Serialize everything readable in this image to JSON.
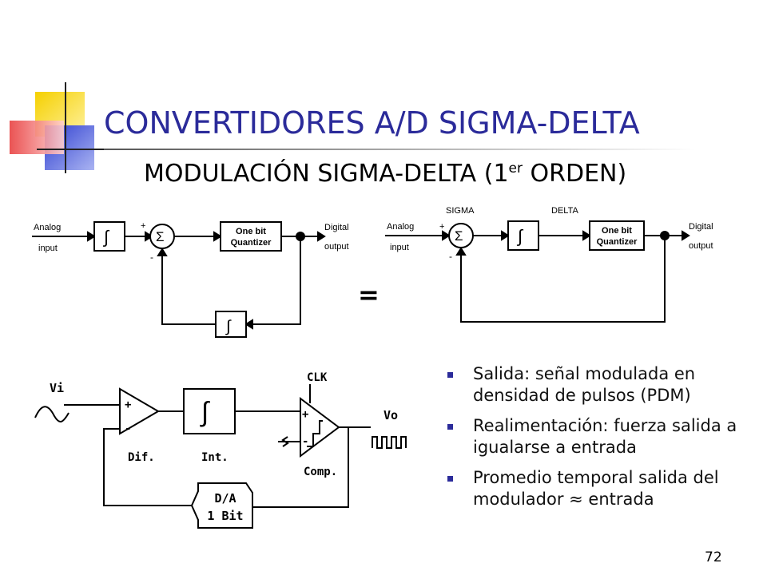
{
  "title": "CONVERTIDORES A/D SIGMA-DELTA",
  "subtitle": {
    "main": "MODULACIÓN SIGMA-DELTA (1",
    "sup": "er",
    "end": " ORDEN)"
  },
  "equals": "=",
  "diagram_left": {
    "analog": "Analog",
    "input": "input",
    "plus": "+",
    "minus": "-",
    "sigma": "Σ",
    "integrator": "∫",
    "quantizer_line1": "One bit",
    "quantizer_line2": "Quantizer",
    "digital": "Digital",
    "output": "output"
  },
  "diagram_right": {
    "sigma_label": "SIGMA",
    "delta_label": "DELTA",
    "analog": "Analog",
    "input": "input",
    "plus": "+",
    "minus": "-",
    "sigma": "Σ",
    "integrator": "∫",
    "quantizer_line1": "One bit",
    "quantizer_line2": "Quantizer",
    "digital": "Digital",
    "output": "output"
  },
  "circuit": {
    "vi": "Vi",
    "vo": "Vo",
    "clk": "CLK",
    "dif_label": "Dif.",
    "int_label": "Int.",
    "comp_label": "Comp.",
    "da_line1": "D/A",
    "da_line2": "1 Bit",
    "plus": "+",
    "minus": "-",
    "integral": "∫"
  },
  "bullets": [
    "Salida: señal modulada en densidad de pulsos (PDM)",
    "Realimentación: fuerza salida a igualarse a entrada",
    "Promedio temporal salida del modulador ≈ entrada"
  ],
  "page_number": "72",
  "colors": {
    "title": "#2b2b9a",
    "bullet": "#2b2b9a",
    "deco_yellow": "#f5d000",
    "deco_blue": "#2f3fd0",
    "deco_red": "#e84040"
  }
}
